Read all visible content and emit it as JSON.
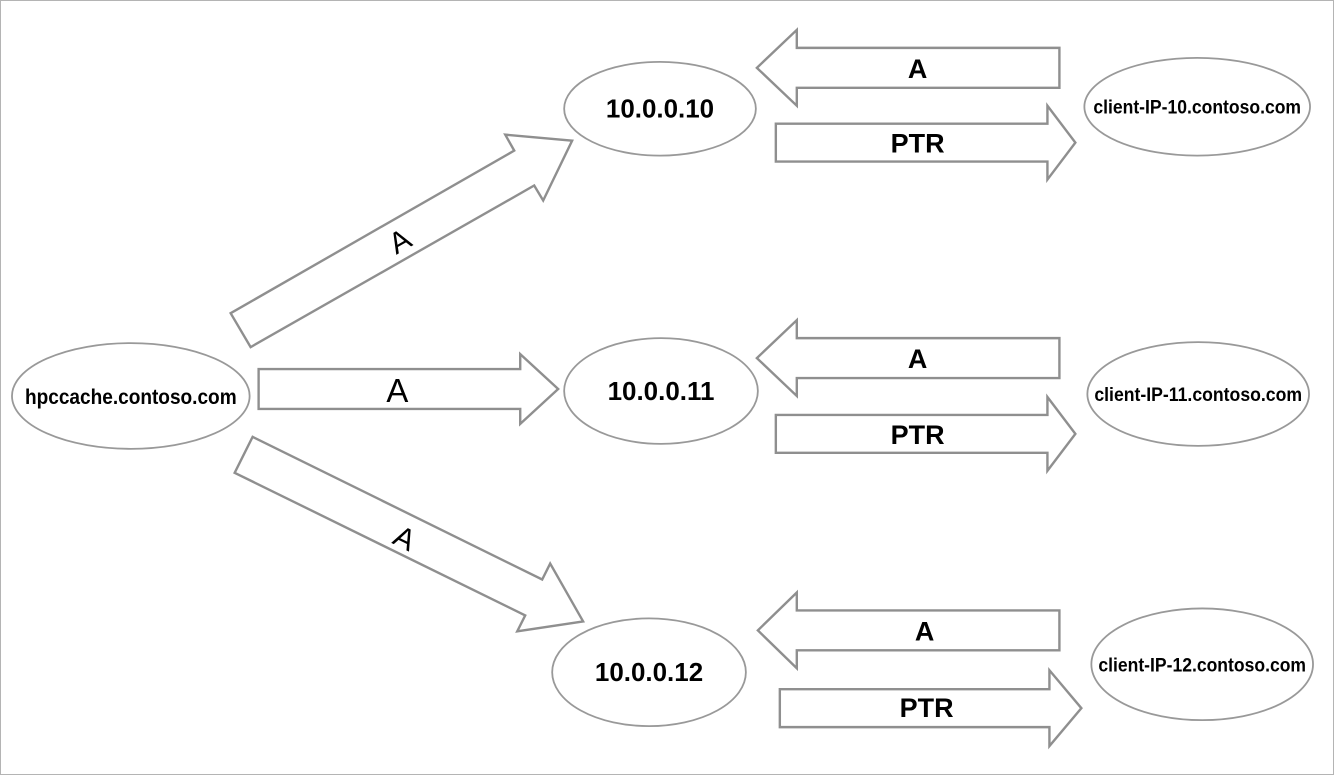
{
  "nodes": {
    "source": "hpccache.contoso.com",
    "cache_ips": [
      "10.0.0.10",
      "10.0.0.11",
      "10.0.0.12"
    ],
    "clients": [
      "client-IP-10.contoso.com",
      "client-IP-11.contoso.com",
      "client-IP-12.contoso.com"
    ]
  },
  "arrows": {
    "source_a_labels": [
      "A",
      "A",
      "A"
    ],
    "client_a_labels": [
      "A",
      "A",
      "A"
    ],
    "ptr_labels": [
      "PTR",
      "PTR",
      "PTR"
    ]
  },
  "colors": {
    "background": "#ffffff",
    "node_stroke": "#999999",
    "arrow_stroke": "#8f8f8f",
    "text": "#000000",
    "page_border": "#b4b4b4"
  }
}
